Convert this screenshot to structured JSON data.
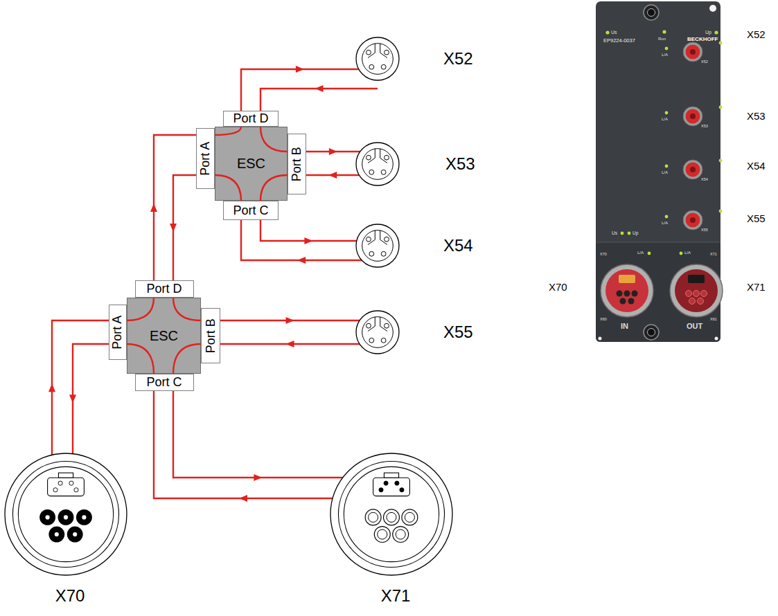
{
  "diagram": {
    "nodes": [
      {
        "text": [
          "X52"
        ]
      },
      {
        "text": [
          "Port D"
        ]
      },
      {
        "text": [
          "Port A"
        ]
      },
      {
        "text": [
          "ESC"
        ]
      },
      {
        "text": [
          "Port B"
        ]
      },
      {
        "text": [
          "X53"
        ]
      },
      {
        "text": [
          "Port C"
        ]
      },
      {
        "text": [
          "X54"
        ]
      },
      {
        "text": [
          "Port D"
        ]
      },
      {
        "text": [
          "Port A"
        ]
      },
      {
        "text": [
          "ESC"
        ]
      },
      {
        "text": [
          "Port B"
        ]
      },
      {
        "text": [
          "X55"
        ]
      },
      {
        "text": [
          "Port C"
        ]
      },
      {
        "text": [
          "X70"
        ]
      },
      {
        "text": [
          "X71"
        ]
      }
    ],
    "edges": [
      {
        "from": 1,
        "to": 0,
        "arrow": "to"
      },
      {
        "from": 0,
        "to": 1,
        "arrow": "to"
      },
      {
        "from": 4,
        "to": 5,
        "arrow": "to"
      },
      {
        "from": 5,
        "to": 4,
        "arrow": "to"
      },
      {
        "from": 6,
        "to": 7,
        "arrow": "to"
      },
      {
        "from": 7,
        "to": 6,
        "arrow": "to"
      },
      {
        "from": 8,
        "to": 2,
        "arrow": "to"
      },
      {
        "from": 2,
        "to": 8,
        "arrow": "to"
      },
      {
        "from": 11,
        "to": 12,
        "arrow": "to"
      },
      {
        "from": 12,
        "to": 11,
        "arrow": "to"
      },
      {
        "from": 14,
        "to": 9,
        "arrow": "to"
      },
      {
        "from": 9,
        "to": 14,
        "arrow": "to"
      },
      {
        "from": 13,
        "to": 15,
        "arrow": "to"
      },
      {
        "from": 15,
        "to": 13,
        "arrow": "to"
      }
    ],
    "labels": [
      "Us",
      "Up",
      "EP9224-0037",
      "Run",
      "BECKHOFF",
      "X52",
      "L/A",
      "X52",
      "X53",
      "L/A",
      "X53",
      "X54",
      "L/A",
      "X54",
      "X55",
      "L/A",
      "X55",
      "Us",
      "Up",
      "X70",
      "L/A",
      "L/A",
      "X71",
      "X70",
      "X71",
      "X60",
      "IN",
      "X61",
      "OUT"
    ]
  }
}
